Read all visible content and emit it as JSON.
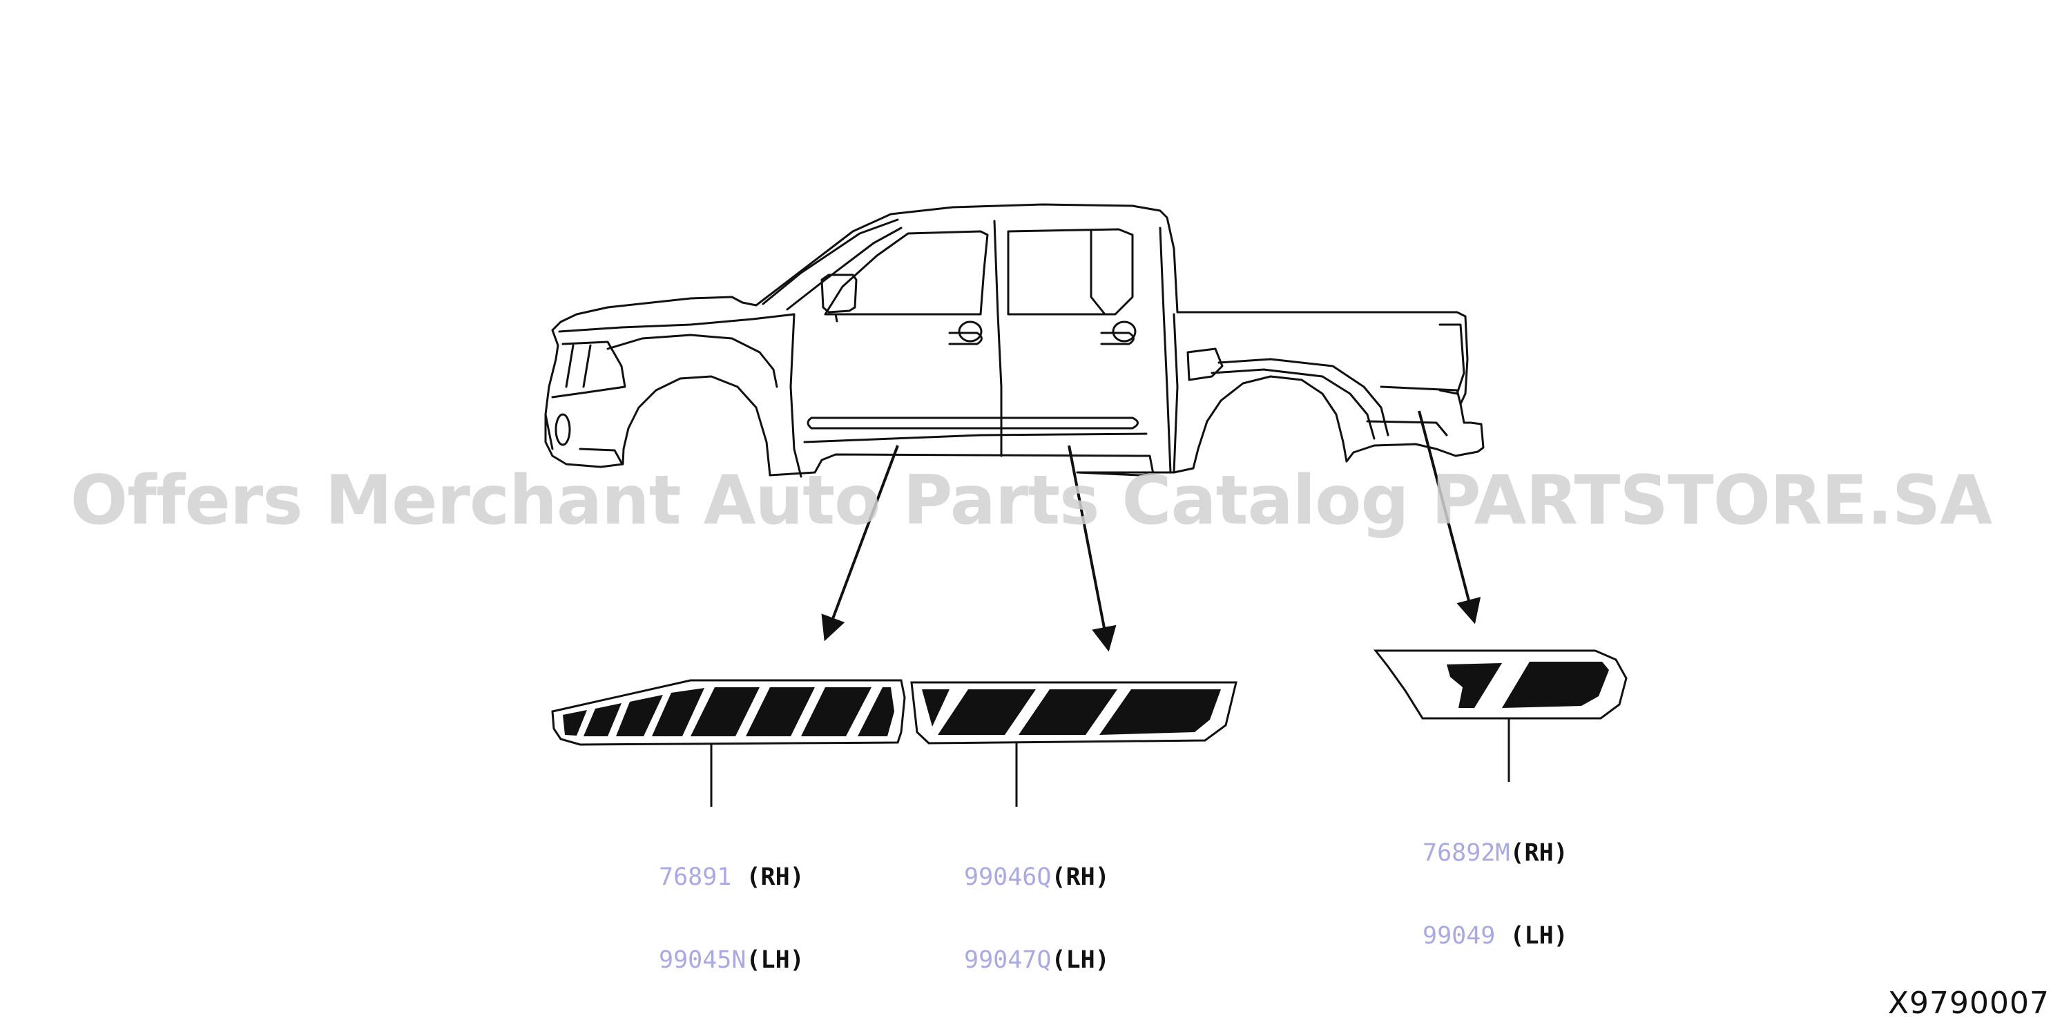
{
  "diagram_code": "X9790007",
  "watermark": "Offers Merchant Auto Parts Catalog PARTSTORE.SA",
  "callouts": [
    {
      "rh_part": "76891 ",
      "rh_side": "(RH)",
      "lh_part": "99045N",
      "lh_side": "(LH)"
    },
    {
      "rh_part": "99046Q",
      "rh_side": "(RH)",
      "lh_part": "99047Q",
      "lh_side": "(LH)"
    },
    {
      "rh_part": "76892M",
      "rh_side": "(RH)",
      "lh_part": "99049 ",
      "lh_side": "(LH)"
    }
  ],
  "colors": {
    "line": "#111111",
    "part_number": "#a9a9e6",
    "watermark": "#d2d2d2"
  }
}
